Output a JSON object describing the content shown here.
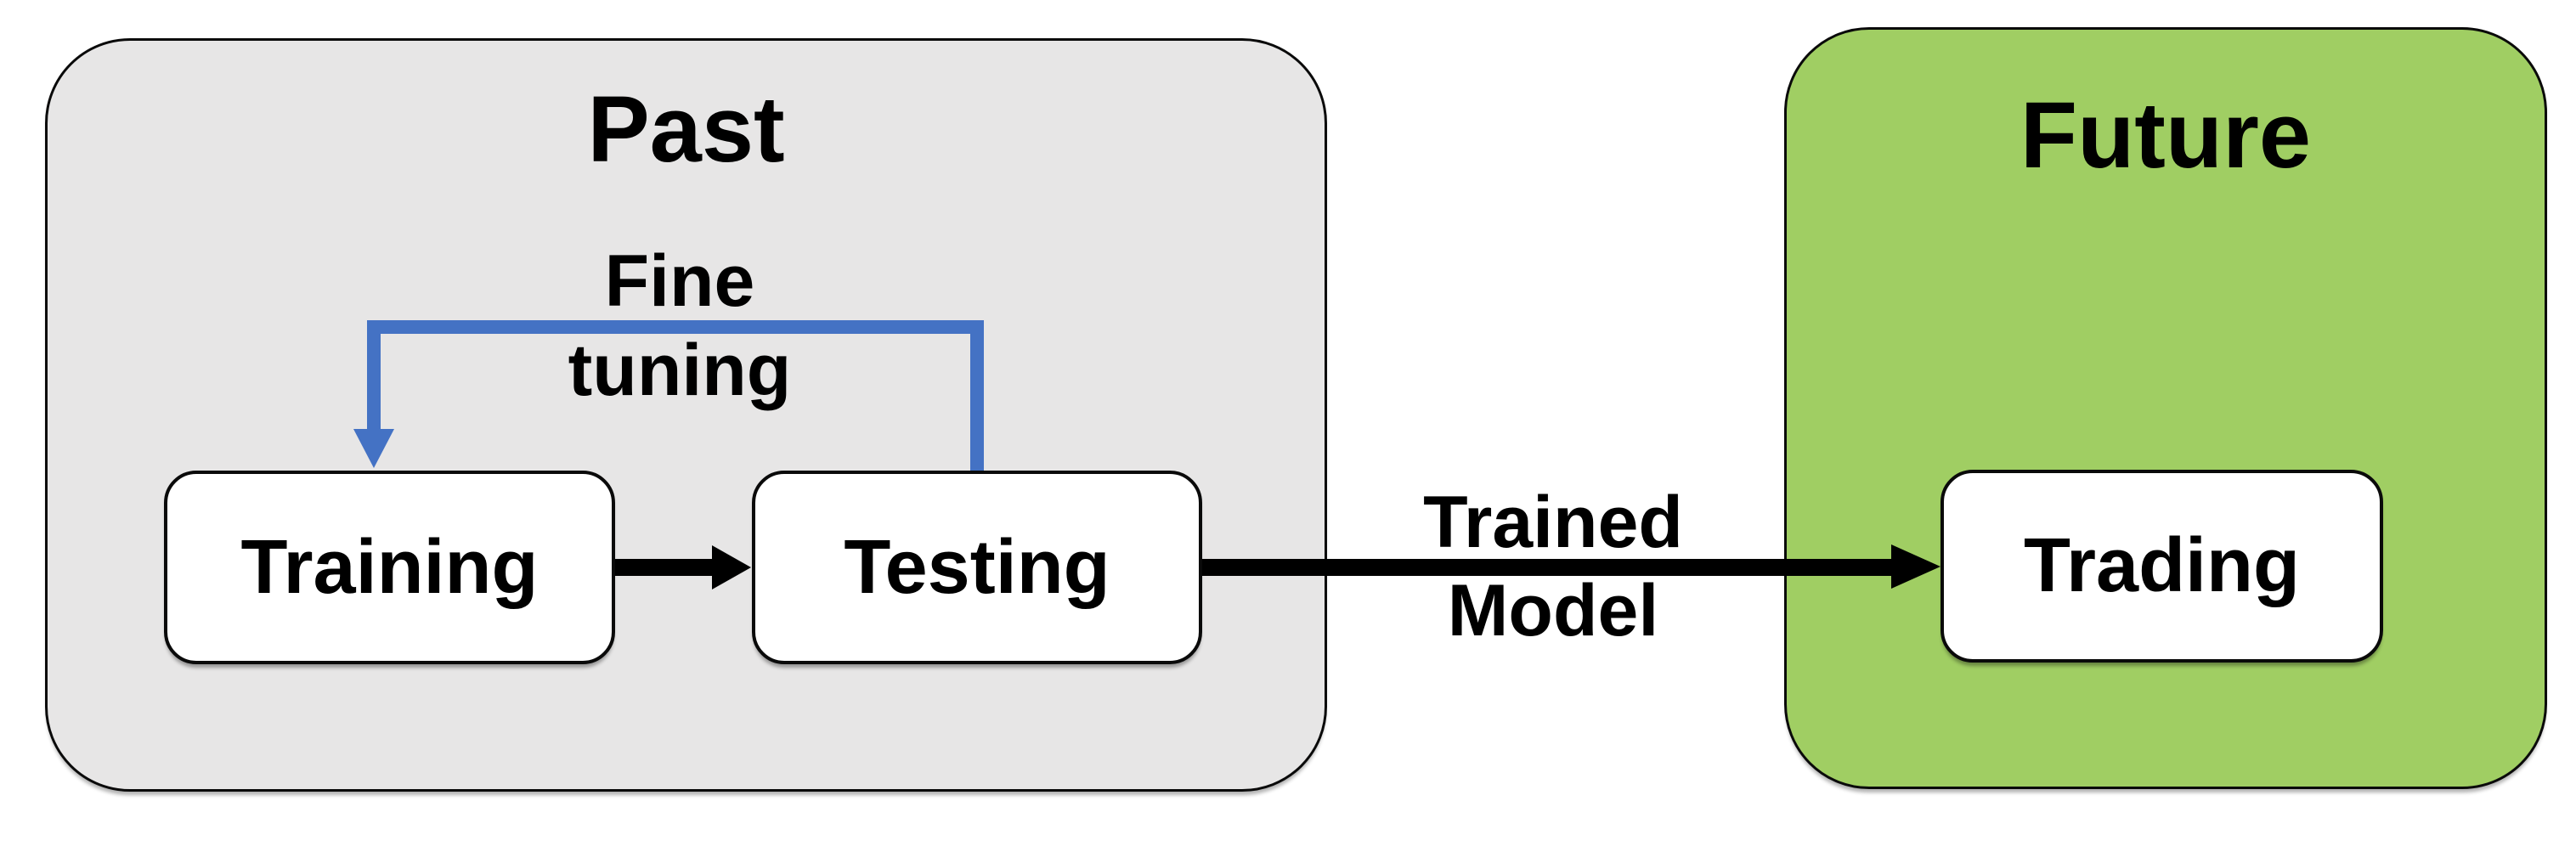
{
  "diagram": {
    "past_panel": {
      "label": "Past",
      "fill_color": "#E7E6E6"
    },
    "future_panel": {
      "label": "Future",
      "fill_color": "#A0CE63"
    },
    "nodes": {
      "training": {
        "label": "Training",
        "fill_color": "#FFFFFF"
      },
      "testing": {
        "label": "Testing",
        "fill_color": "#FFFFFF"
      },
      "trading": {
        "label": "Trading",
        "fill_color": "#FFFFFF"
      }
    },
    "edges": {
      "training_to_testing": {
        "type": "arrow",
        "color": "#000000"
      },
      "testing_to_trading": {
        "type": "arrow",
        "color": "#000000",
        "label_line1": "Trained",
        "label_line2": "Model"
      },
      "testing_to_training_feedback": {
        "type": "elbow-arrow",
        "color": "#4472C4",
        "label_line1": "Fine",
        "label_line2": "tuning"
      }
    }
  }
}
